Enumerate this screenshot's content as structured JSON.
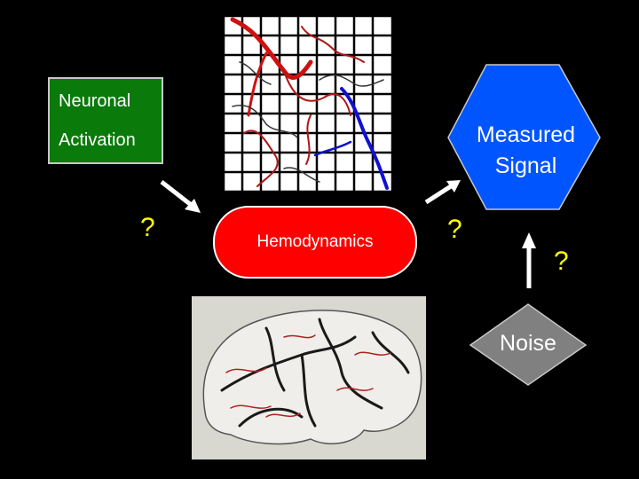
{
  "nodes": {
    "neuronal_line1": "Neuronal",
    "neuronal_line2": "Activation",
    "hemodynamics": "Hemodynamics",
    "measured_line1": "Measured",
    "measured_line2": "Signal",
    "noise": "Noise"
  },
  "question_marks": {
    "q1": "?",
    "q2": "?",
    "q3": "?"
  },
  "colors": {
    "background": "#000000",
    "neuronal_fill": "#0a7a0a",
    "hemodynamics_fill": "#ff0000",
    "measured_fill": "#0055ff",
    "noise_fill": "#808080",
    "question_mark": "#ffff00",
    "arrow": "#ffffff"
  },
  "images": {
    "vessel_grid": "vessel-grid-image",
    "brain_vasculature": "brain-vasculature-image"
  }
}
